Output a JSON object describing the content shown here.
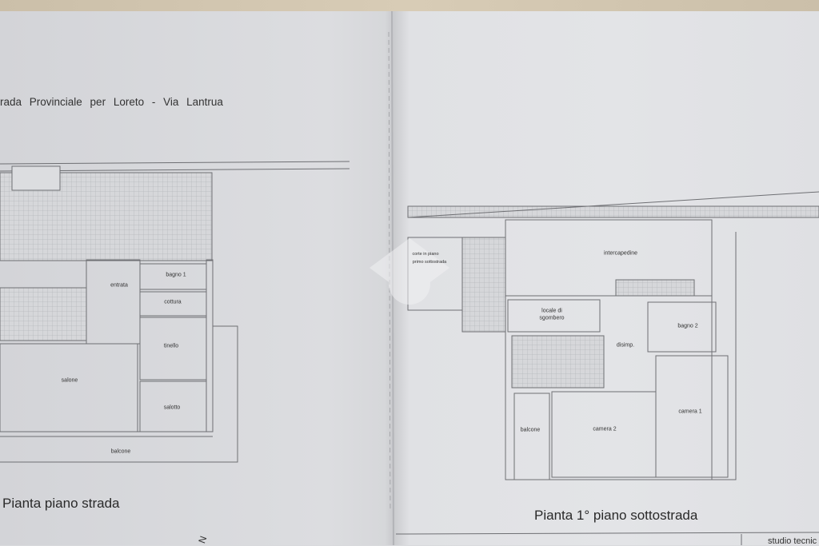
{
  "header": {
    "street": "rada Provinciale per Loreto - Via Lantrua"
  },
  "left_plan": {
    "title": "Pianta piano strada",
    "rooms": {
      "entrata": "entrata",
      "bagno1": "bagno 1",
      "cottura": "cottura",
      "tinello": "tinello",
      "salone": "salone",
      "salotto": "salotto",
      "balcone": "balcone"
    }
  },
  "right_plan": {
    "title": "Pianta 1° piano sottostrada",
    "rooms": {
      "corte_1": "corte in piano",
      "corte_2": "primo sottostrada",
      "intercapedine": "intercapedine",
      "locale_1": "locale di",
      "locale_2": "sgombero",
      "disimp": "disimp.",
      "bagno2": "bagno 2",
      "camera1": "camera 1",
      "camera2": "camera 2",
      "balcone": "balcone"
    }
  },
  "north_mark": "N",
  "title_block": {
    "studio": "studio tecnic"
  },
  "colors": {
    "paper": "#dcdde0",
    "lines": "#6e6f73",
    "text": "#2a2a2a"
  }
}
